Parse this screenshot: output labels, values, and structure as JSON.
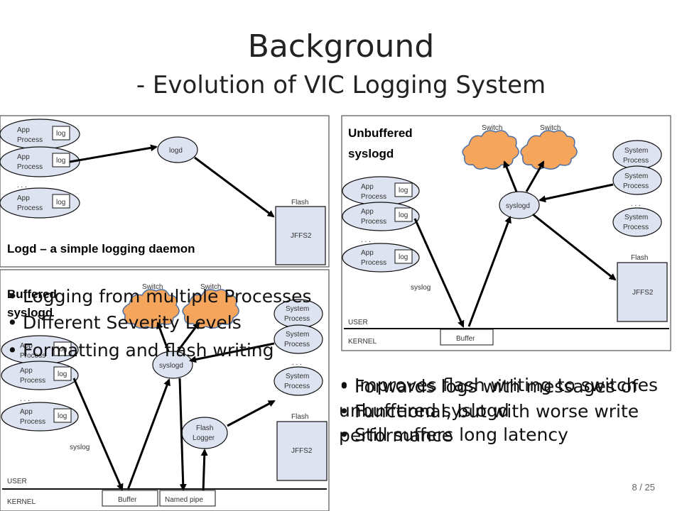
{
  "slide": {
    "title": "Background",
    "subtitle": "- Evolution of VIC Logging System",
    "page_number": "8 / 25"
  },
  "panel_logd": {
    "caption": "Logd – a simple logging daemon",
    "app_label": [
      "App",
      "Process"
    ],
    "log_label": "log",
    "logd_label": "logd",
    "flash_label": "Flash",
    "jffs2_label": "JFFS2",
    "dots": ". . ."
  },
  "panel_unbuffered": {
    "title_lines": [
      "Unbuffered",
      "syslogd"
    ],
    "switch_label": "Switch",
    "system_label": [
      "System",
      "Process"
    ],
    "app_label": [
      "App",
      "Process"
    ],
    "log_label": "log",
    "syslogd_label": "syslogd",
    "syslog_label": "syslog",
    "flash_label": "Flash",
    "jffs2_label": "JFFS2",
    "buffer_label": "Buffer",
    "user_label": "USER",
    "kernel_label": "KERNEL",
    "dots": ". . ."
  },
  "panel_buffered": {
    "title_lines": [
      "Buffered",
      "syslogd"
    ],
    "switch_label": "Switch",
    "system_label": [
      "System",
      "Process"
    ],
    "app_label": [
      "App",
      "Process"
    ],
    "log_label": "log",
    "syslogd_label": "syslogd",
    "syslog_label": "syslog",
    "flash_logger_label": [
      "Flash",
      "Logger"
    ],
    "flash_label": "Flash",
    "jffs2_label": "JFFS2",
    "buffer_label": "Buffer",
    "named_pipe_label": "Named pipe",
    "user_label": "USER",
    "kernel_label": "KERNEL",
    "dots": ". . ."
  },
  "bullets_left": [
    "Logging from multiple Processes",
    "Different Severity Levels",
    "Formatting and flash writing"
  ],
  "bullets_right_a": [
    "Forwards logs with messages of unbuffered syslogd",
    "Still suffers long latency"
  ],
  "bullets_right_b": [
    "Improves flash writing to switches",
    "Functional, but with worse write performance"
  ],
  "colors": {
    "cloud": "#f5a55c",
    "cloud_stroke": "#4a6fa5",
    "jffs2": "#dde3f0"
  }
}
